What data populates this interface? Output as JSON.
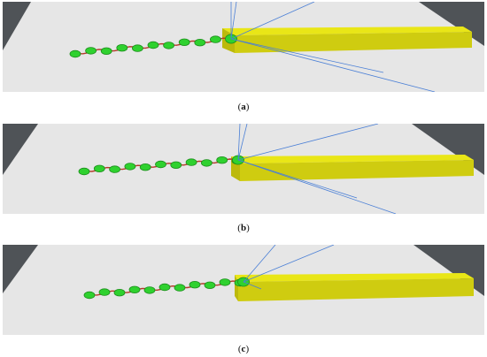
{
  "figure": {
    "panels": [
      {
        "caption_open": "(",
        "caption_letter": "a",
        "caption_close": ")"
      },
      {
        "caption_open": "(",
        "caption_letter": "b",
        "caption_close": ")"
      },
      {
        "caption_open": "(",
        "caption_letter": "c",
        "caption_close": ")"
      }
    ]
  },
  "colors": {
    "background": "#ffffff",
    "floor": "#e6e6e6",
    "side_wall": "#4f5357",
    "block_top": "#e9e617",
    "block_front": "#cfcc10",
    "block_end": "#bcb90c",
    "robot_body": "#2fd12f",
    "robot_dark": "#1c8f1c",
    "link": "#b33a2a",
    "ray": "#4a7fd6"
  }
}
